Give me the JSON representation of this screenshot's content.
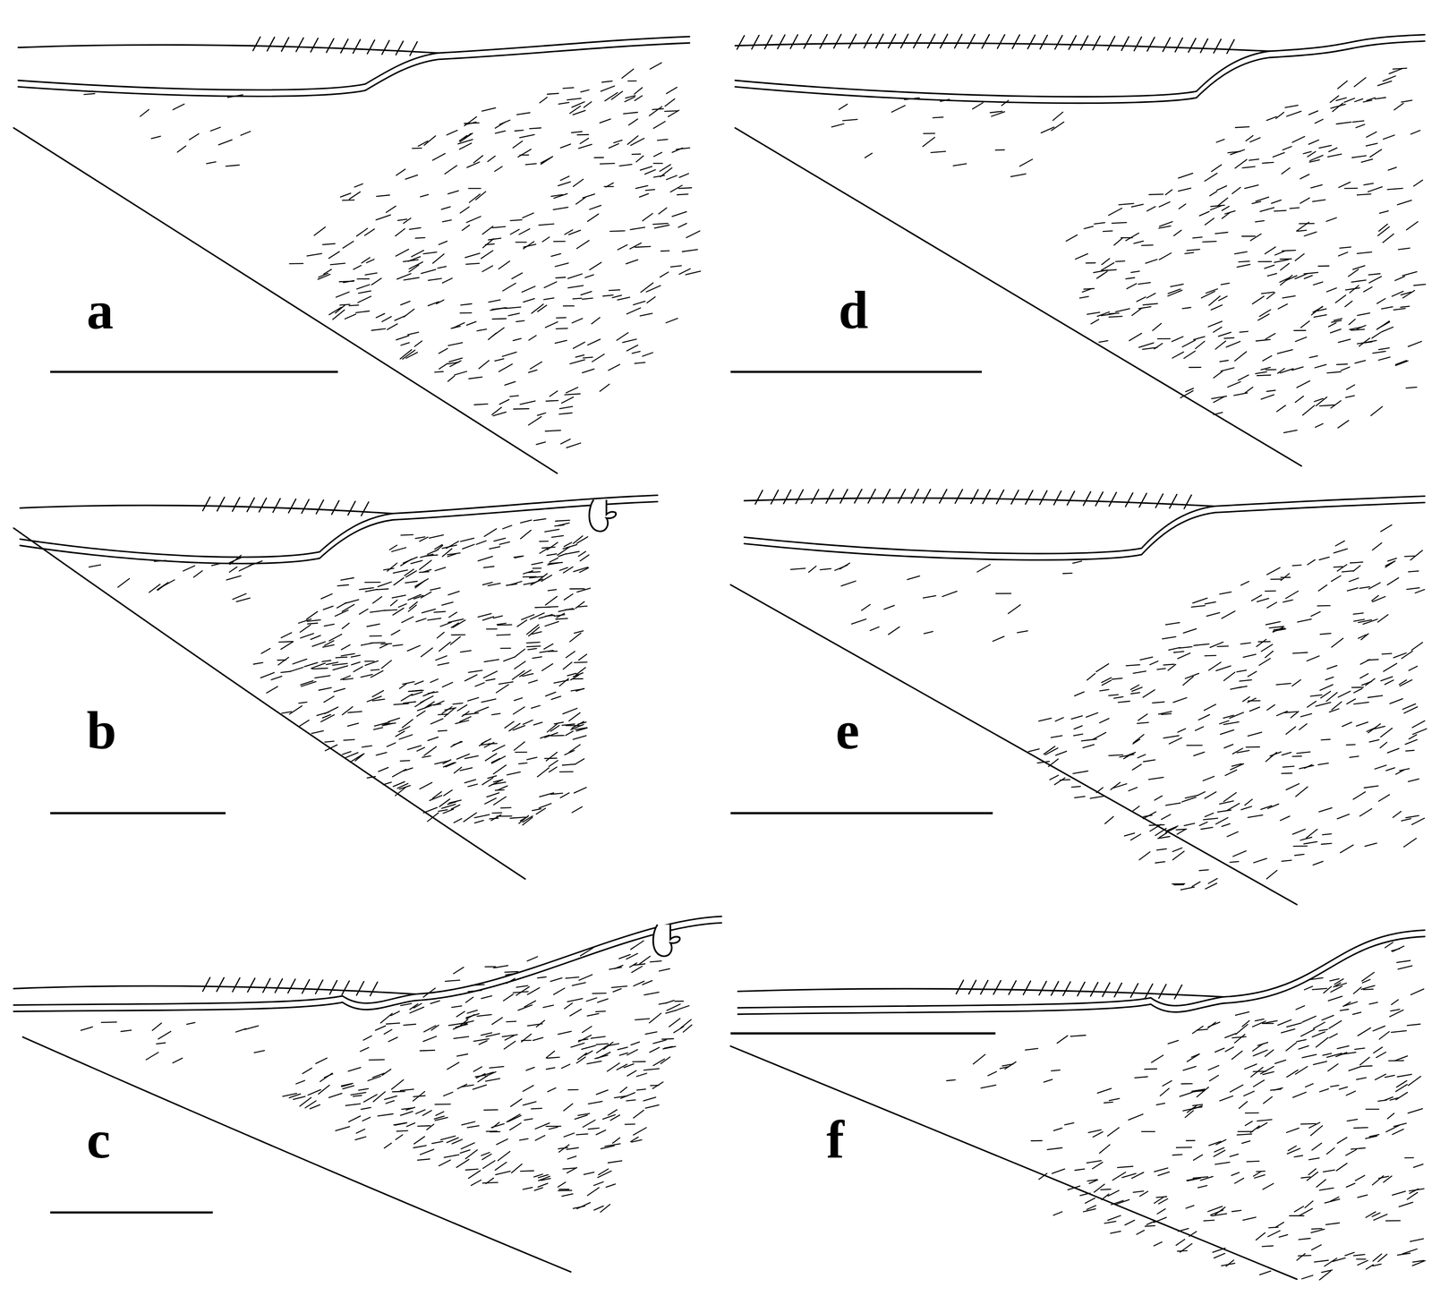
{
  "diagram": {
    "labels": [
      "a",
      "d",
      "b",
      "e",
      "c",
      "f"
    ]
  }
}
